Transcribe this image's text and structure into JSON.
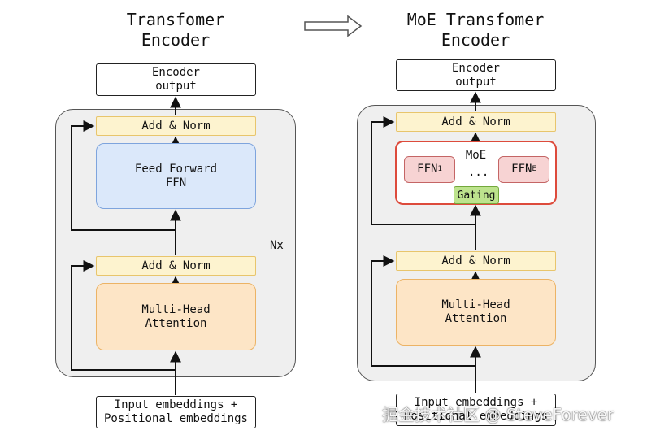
{
  "left": {
    "title_line1": "Transfomer",
    "title_line2": "Encoder",
    "output_line1": "Encoder",
    "output_line2": "output",
    "add_norm_top": "Add & Norm",
    "ffn_line1": "Feed Forward",
    "ffn_line2": "FFN",
    "add_norm_bottom": "Add & Norm",
    "mha_line1": "Multi-Head",
    "mha_line2": "Attention",
    "input_line1": "Input embeddings +",
    "input_line2": "Positional embeddings",
    "repeat_label": "Nx"
  },
  "right": {
    "title_line1": "MoE Transfomer",
    "title_line2": "Encoder",
    "output_line1": "Encoder",
    "output_line2": "output",
    "add_norm_top": "Add & Norm",
    "moe_label": "MoE",
    "expert_1_base": "FFN",
    "expert_1_sub": "1",
    "ellipsis": "...",
    "expert_e_base": "FFN",
    "expert_e_sub": "E",
    "gating": "Gating",
    "add_norm_bottom": "Add & Norm",
    "mha_line1": "Multi-Head",
    "mha_line2": "Attention",
    "input_line1": "Input embeddings +",
    "input_line2": "Positional embeddings"
  },
  "watermark": "掘金技术社区 @ SteveForever"
}
